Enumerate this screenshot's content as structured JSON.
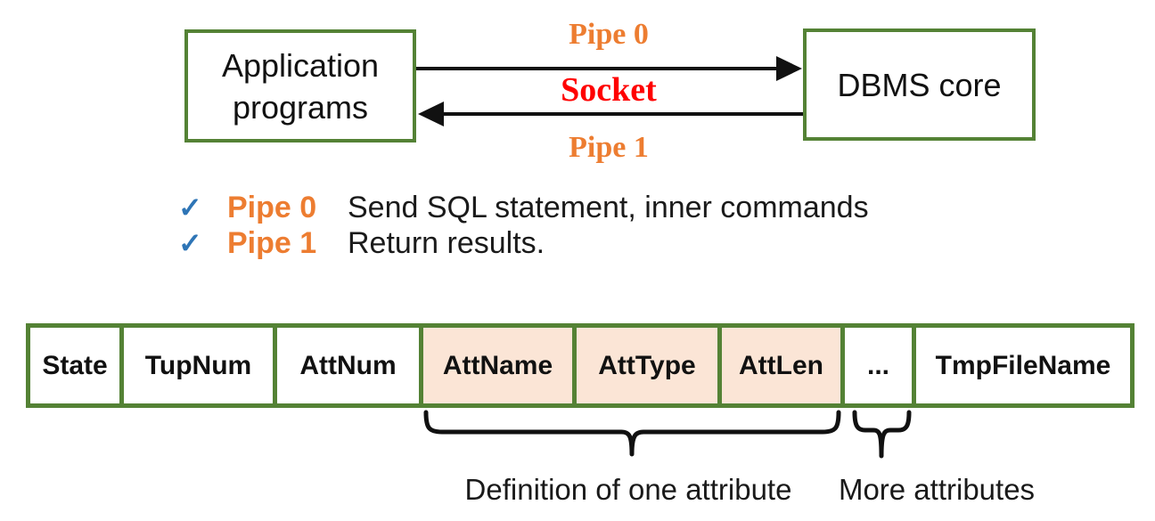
{
  "diagram": {
    "left_box_label": "Application programs",
    "right_box_label": "DBMS core",
    "pipe0_label": "Pipe 0",
    "socket_label": "Socket",
    "pipe1_label": "Pipe 1"
  },
  "bullets": [
    {
      "check": "✓",
      "pipe": "Pipe 0",
      "text": "Send SQL statement, inner commands"
    },
    {
      "check": "✓",
      "pipe": "Pipe 1",
      "text": "Return results."
    }
  ],
  "record": {
    "cells": [
      {
        "label": "State"
      },
      {
        "label": "TupNum"
      },
      {
        "label": "AttNum"
      },
      {
        "label": "AttName"
      },
      {
        "label": "AttType"
      },
      {
        "label": "AttLen"
      },
      {
        "label": "..."
      },
      {
        "label": "TmpFileName"
      }
    ]
  },
  "braces": {
    "definition_label": "Definition of one attribute",
    "more_label": "More attributes"
  },
  "colors": {
    "border_green": "#548235",
    "highlight_peach": "#FBE5D6",
    "accent_orange": "#ED7D31",
    "socket_red": "#FF0000",
    "check_blue": "#2E75B6"
  }
}
